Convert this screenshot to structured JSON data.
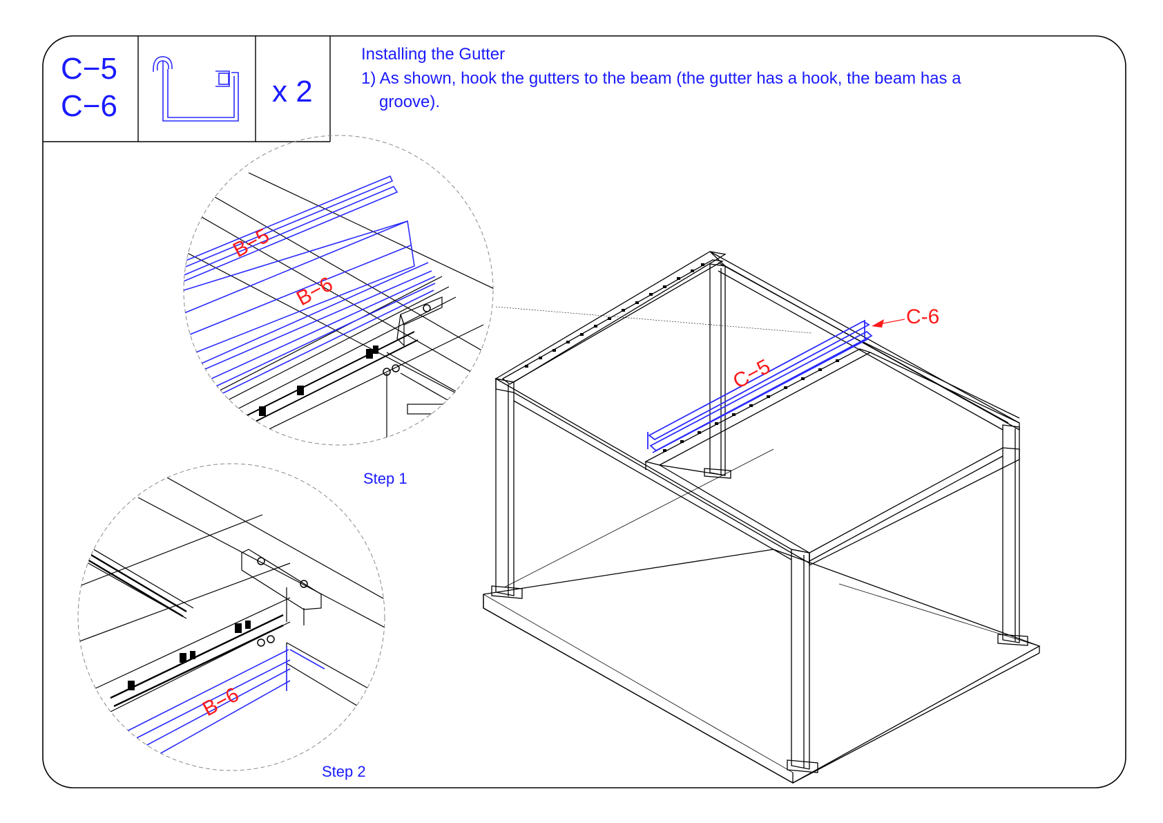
{
  "header": {
    "part_codes": [
      "C−5",
      "C−6"
    ],
    "quantity": "x 2",
    "part_icon": "gutter-profile-icon"
  },
  "instructions": {
    "title": "Installing the Gutter",
    "step_line1": "1) As shown, hook the gutters to the beam (the gutter has a hook, the beam has a",
    "step_line2": "groove)."
  },
  "detail_views": {
    "step1_caption": "Step 1",
    "step2_caption": "Step 2"
  },
  "labels": {
    "b5": "B−5",
    "b6_top": "B−6",
    "b6_bottom": "B−6",
    "c5": "C−5",
    "c6": "C-6"
  },
  "colors": {
    "text": "#1a1aff",
    "callout": "#ff1a1a",
    "highlight": "#2a2aff",
    "line": "#000000"
  }
}
